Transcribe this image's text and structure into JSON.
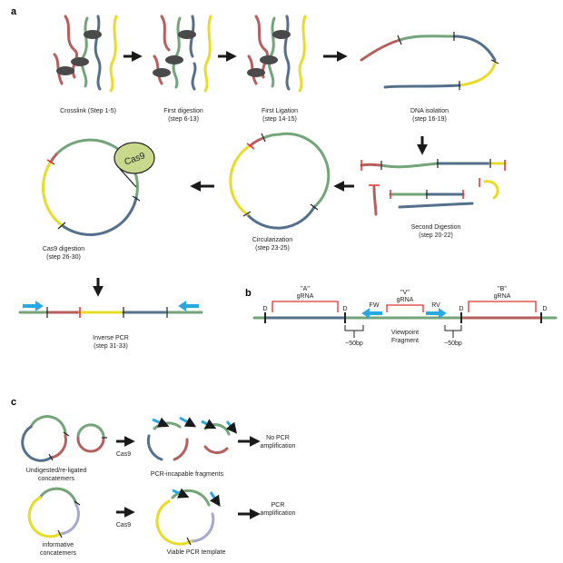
{
  "panels": {
    "a": "a",
    "b": "b",
    "c": "c"
  },
  "colors": {
    "red": "#b5605f",
    "green": "#74a47a",
    "blue": "#55708a",
    "yellow": "#e8dc2b",
    "lavender": "#a6a8cf",
    "cyan": "#2aa8e0",
    "bracket": "#e03030",
    "arrow": "#1a1a1a",
    "cas9_fill": "#c8d98c",
    "cut_mark": "#e03030"
  },
  "panel_a": {
    "steps": [
      {
        "line1": "Crosslink (Step 1-5)",
        "line2": ""
      },
      {
        "line1": "First digestion",
        "line2": "(step 6-13)"
      },
      {
        "line1": "First Ligation",
        "line2": "(step 14-15)"
      },
      {
        "line1": "DNA isolation",
        "line2": "(step 16-19)"
      },
      {
        "line1": "Second Digestion",
        "line2": "(step 20-22)"
      },
      {
        "line1": "Circularization",
        "line2": "(step 23-25)"
      },
      {
        "line1": "Cas9 digestion",
        "line2": "(step 26-30)"
      },
      {
        "line1": "Inverse PCR",
        "line2": "(step 31-33)"
      }
    ],
    "cas9_label": "Cas9"
  },
  "panel_b": {
    "grna_a": [
      "\"A\"",
      "gRNA"
    ],
    "grna_v": [
      "\"V\"",
      "gRNA"
    ],
    "grna_b": [
      "\"B\"",
      "gRNA"
    ],
    "d": "D",
    "fw": "FW",
    "rv": "RV",
    "bp_left": "~50bp",
    "bp_right": "~50bp",
    "viewpoint": [
      "Viewpoint",
      "Fragment"
    ]
  },
  "panel_c": {
    "undigested": [
      "Undigested/re-ligated",
      "concatemers"
    ],
    "cas9_1": "Cas9",
    "incapable": "PCR-incapable fragments",
    "no_pcr": [
      "No PCR",
      "amplification"
    ],
    "informative": [
      "informative",
      "concatemers"
    ],
    "cas9_2": "Cas9",
    "viable": "Viable PCR template",
    "pcr": [
      "PCR",
      "amplification"
    ]
  }
}
